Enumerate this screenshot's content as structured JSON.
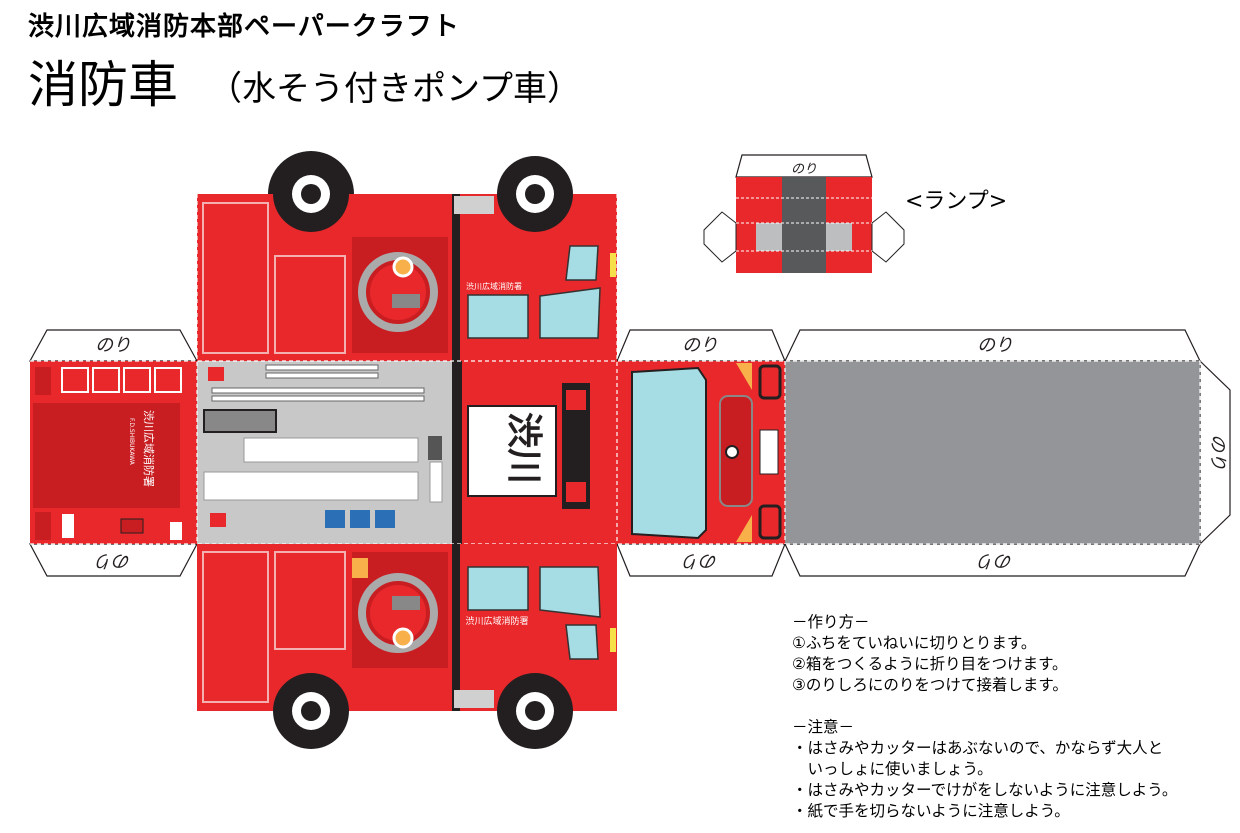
{
  "header": {
    "org_title": "渋川広域消防本部ペーパークラフト",
    "main_title": "消防車",
    "sub_title": "（水そう付きポンプ車）"
  },
  "papercraft": {
    "glue_label": "のり",
    "lamp_label": "<ランプ>",
    "truck_side_text": "渋川広域消防署",
    "truck_side_en": "F.D.SHIBUKAWA",
    "front_plate_text": "渋川"
  },
  "instructions": {
    "howto_heading": "－作り方－",
    "steps": [
      "①ふちをていねいに切りとります。",
      "②箱をつくるように折り目をつけます。",
      "③のりしろにのりをつけて接着します。"
    ],
    "caution_heading": "－注意－",
    "cautions": [
      "・はさみやカッターはあぶないので、かならず大人と",
      "　いっしょに使いましょう。",
      "・はさみやカッターでけがをしないように注意しよう。",
      "・紙で手を切らないように注意しよう。"
    ]
  },
  "colors": {
    "truck_red": "#e8282b",
    "dark_red": "#c81e22",
    "gray_panel": "#c8c8c8",
    "roof_gray": "#939598",
    "window_blue": "#a6dce3",
    "blue_box": "#2b6fb6",
    "black": "#231f20"
  }
}
